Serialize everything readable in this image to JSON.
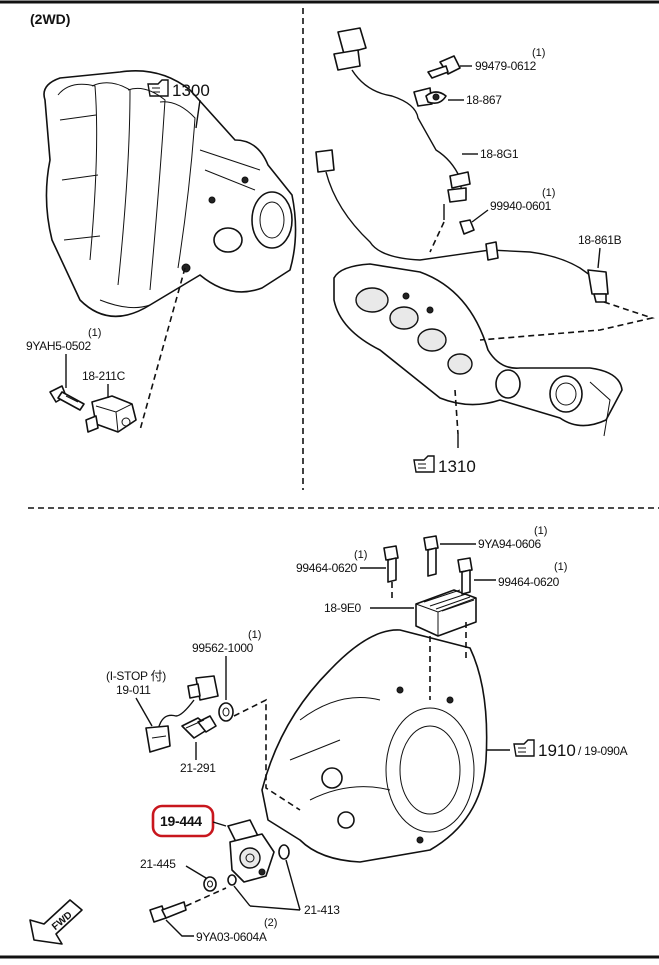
{
  "header": {
    "variant": "(2WD)"
  },
  "refs": {
    "intake_manifold": "1300",
    "exhaust_manifold": "1310",
    "transmission": "1910",
    "transmission_alt": "/ 19-090A"
  },
  "callouts": [
    {
      "id": "bolt-99479",
      "part": "99479-0612",
      "qty": "(1)"
    },
    {
      "id": "clip-18-867",
      "part": "18-867",
      "qty": ""
    },
    {
      "id": "sensor-18-8g1",
      "part": "18-8G1",
      "qty": ""
    },
    {
      "id": "nut-99940",
      "part": "99940-0601",
      "qty": "(1)"
    },
    {
      "id": "sensor-18-861b",
      "part": "18-861B",
      "qty": ""
    },
    {
      "id": "bolt-9yah5",
      "part": "9YAH5-0502",
      "qty": "(1)"
    },
    {
      "id": "sensor-18-211c",
      "part": "18-211C",
      "qty": ""
    },
    {
      "id": "bolt-9ya94",
      "part": "9YA94-0606",
      "qty": "(1)"
    },
    {
      "id": "bolt-99464-left",
      "part": "99464-0620",
      "qty": "(1)"
    },
    {
      "id": "bolt-99464-right",
      "part": "99464-0620",
      "qty": "(1)"
    },
    {
      "id": "module-18-9e0",
      "part": "18-9E0",
      "qty": ""
    },
    {
      "id": "washer-99562",
      "part": "99562-1000",
      "qty": "(1)"
    },
    {
      "id": "switch-19-011",
      "part": "19-011",
      "qty": ""
    },
    {
      "id": "switch-21-291",
      "part": "21-291",
      "qty": ""
    },
    {
      "id": "switch-19-444",
      "part": "19-444",
      "qty": ""
    },
    {
      "id": "collar-21-445",
      "part": "21-445",
      "qty": ""
    },
    {
      "id": "oring-21-413",
      "part": "21-413",
      "qty": ""
    },
    {
      "id": "bolt-9ya03",
      "part": "9YA03-0604A",
      "qty": "(2)"
    }
  ],
  "notes": {
    "istop": "(I-STOP 付)"
  },
  "direction": {
    "label": "FWD"
  },
  "highlight": {
    "part": "19-444",
    "color": "#c8161d"
  }
}
